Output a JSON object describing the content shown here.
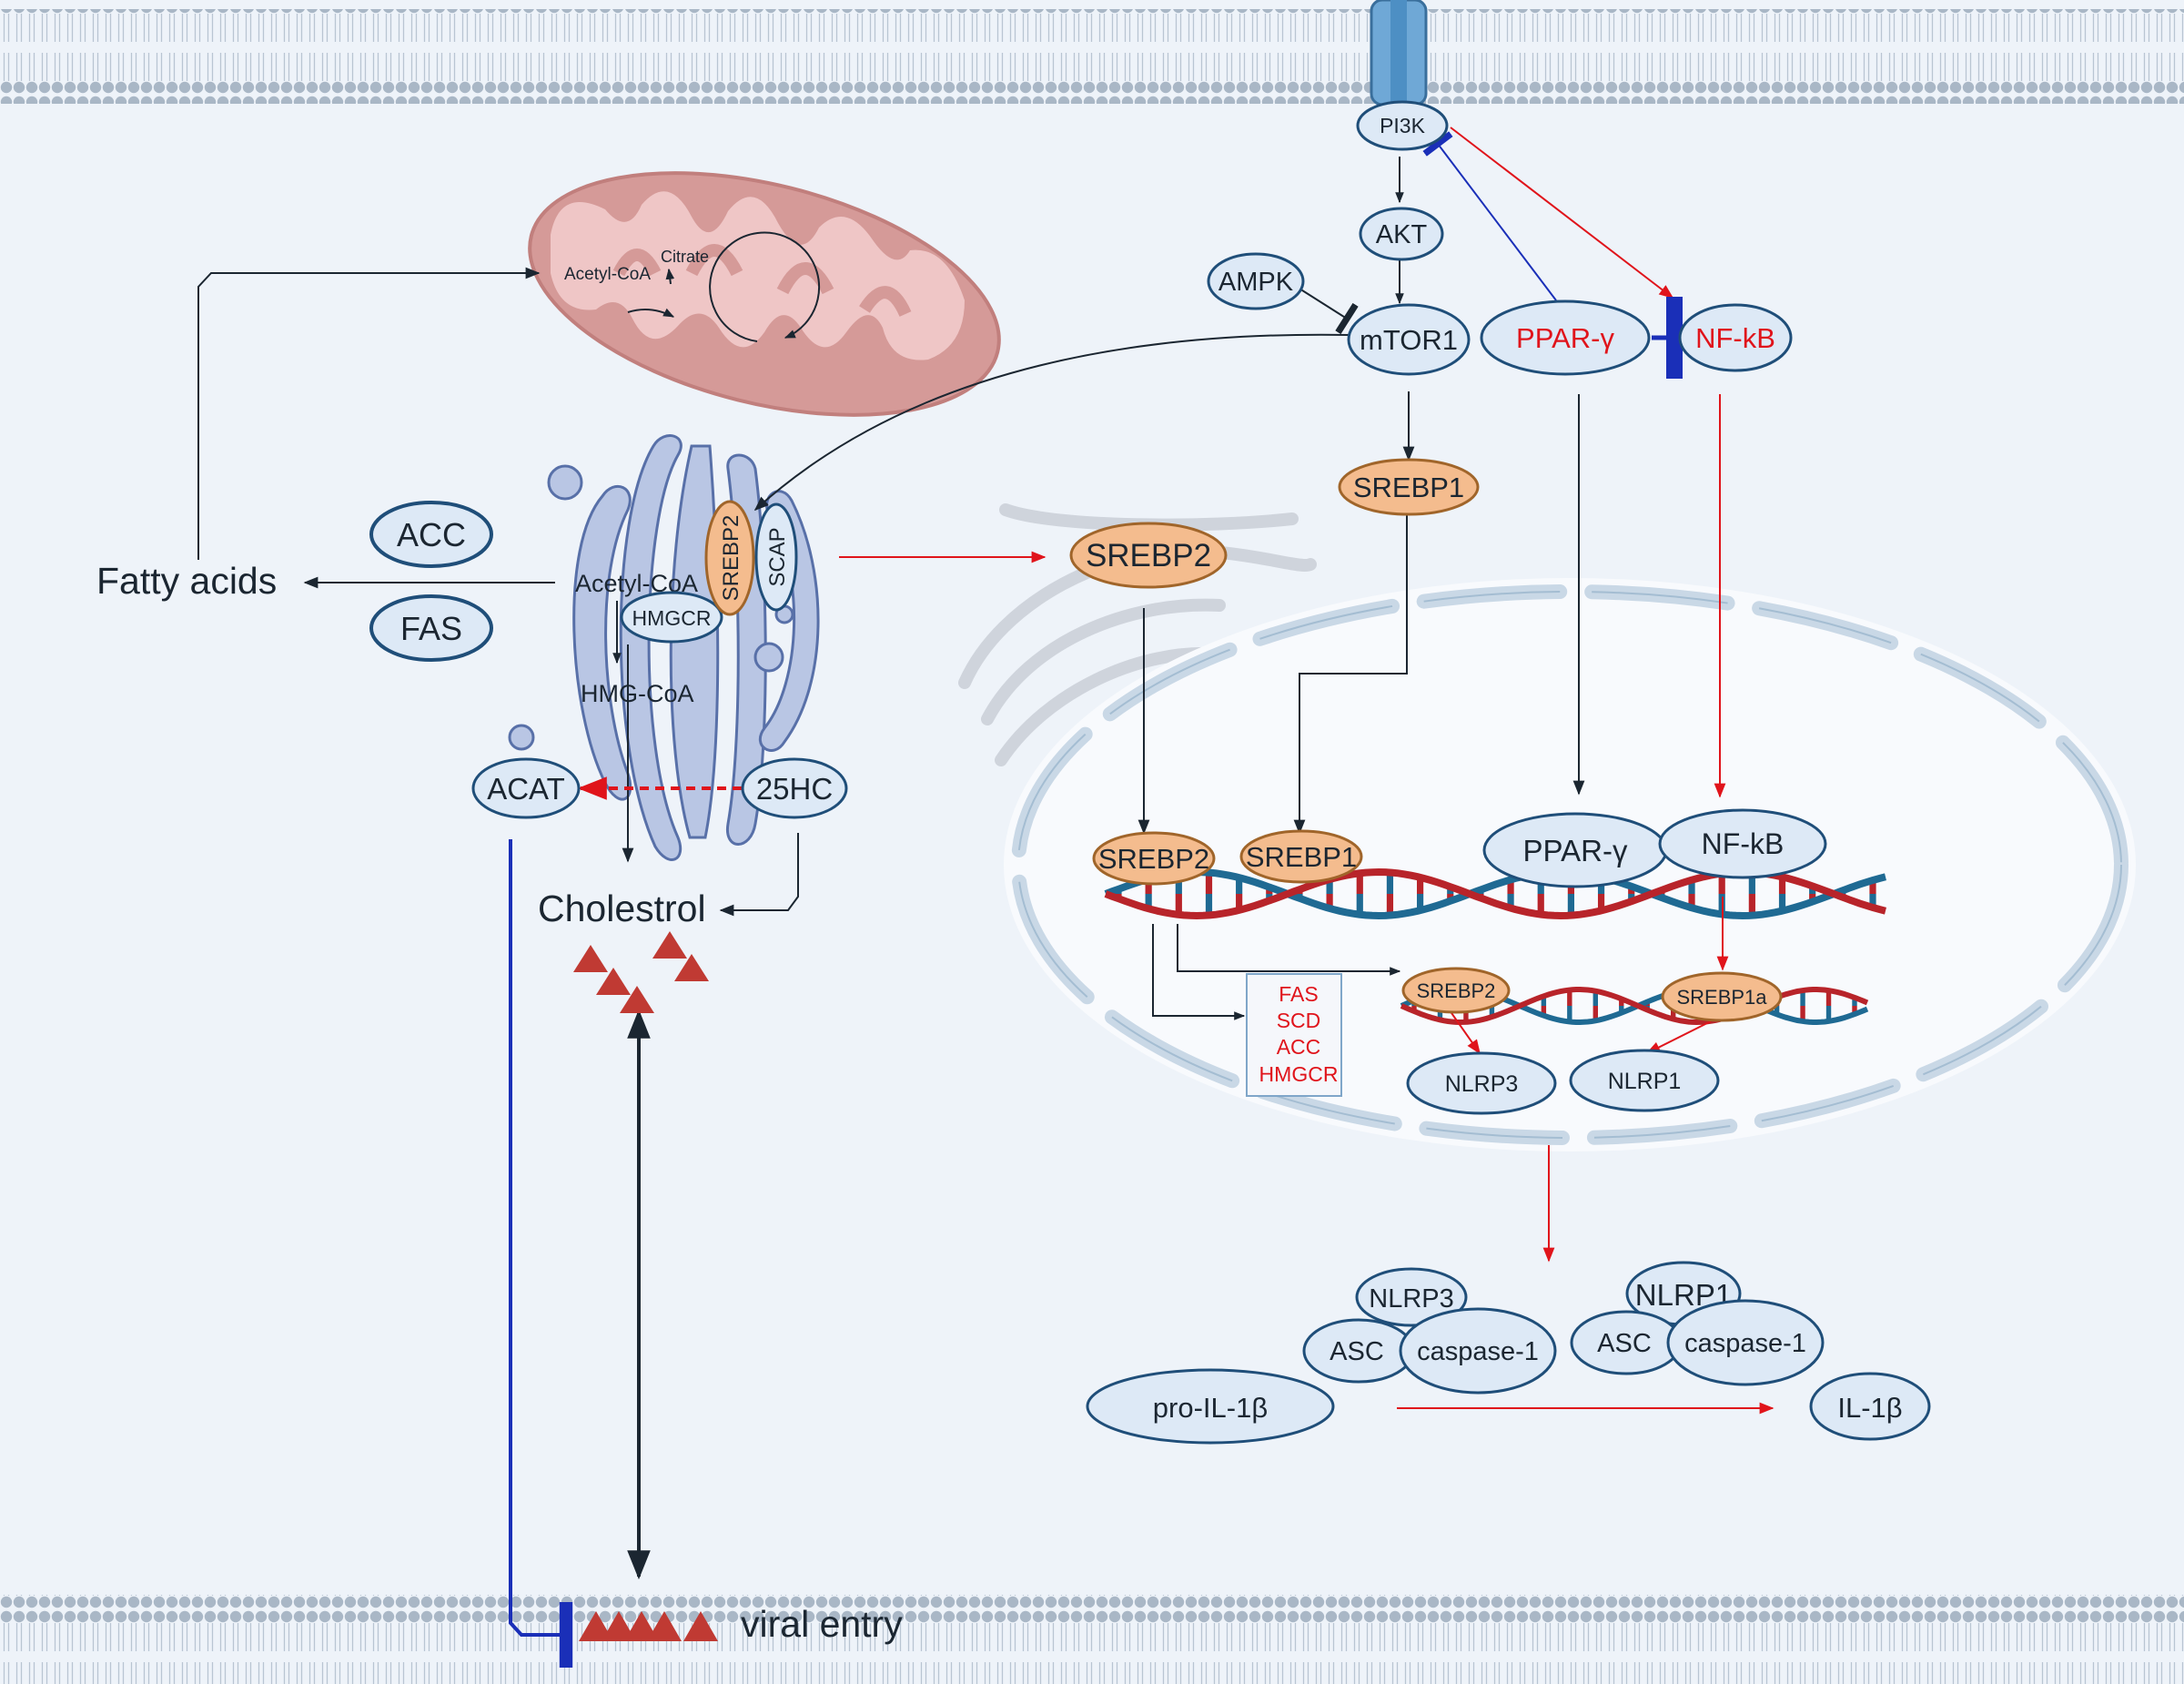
{
  "colors": {
    "background": "#eef3f9",
    "membrane_head": "#a9b7c6",
    "node_fill": "#dde9f6",
    "node_stroke": "#1f4e79",
    "srebp_fill": "#f4bc8e",
    "srebp_stroke": "#a0652a",
    "red_arrow": "#e0141b",
    "blue_inhibit": "#1a2fb8",
    "mitochondria": "#d59a98",
    "golgi": "#b9c6e4",
    "dna_red": "#b8242a",
    "dna_blue": "#1f6a93",
    "triangle": "#c03a33"
  },
  "membrane": {
    "receptor": "receptor-channel"
  },
  "mitochondria": {
    "acetyl_coa": "Acetyl-CoA",
    "citrate": "Citrate"
  },
  "golgi": {
    "acetyl_coa": "Acetyl-CoA",
    "hmgcr": "HMGCR",
    "hmg_coa": "HMG-CoA",
    "srebp2": "SREBP2",
    "scap": "SCAP"
  },
  "nodes": {
    "pi3k": "PI3K",
    "akt": "AKT",
    "ampk": "AMPK",
    "mtor1": "mTOR1",
    "ppar_cyto": "PPAR-γ",
    "nfkb_cyto": "NF-kB",
    "srebp1_cyto": "SREBP1",
    "srebp2_cyto": "SREBP2",
    "acc": "ACC",
    "fas": "FAS",
    "acat": "ACAT",
    "hc25": "25HC",
    "fatty_acids": "Fatty acids",
    "cholesterol": "Cholestrol",
    "viral_entry": "viral entry"
  },
  "nucleus": {
    "srebp2": "SREBP2",
    "srebp1": "SREBP1",
    "ppar": "PPAR-γ",
    "nfkb": "NF-kB",
    "target_genes": [
      "FAS",
      "SCD",
      "ACC",
      "HMGCR"
    ],
    "srebp2_small": "SREBP2",
    "srebp1a": "SREBP1a",
    "nlrp3": "NLRP3",
    "nlrp1": "NLRP1"
  },
  "inflammasome": {
    "nlrp3": "NLRP3",
    "asc_left": "ASC",
    "caspase_left": "caspase-1",
    "nlrp1": "NLRP1",
    "asc_right": "ASC",
    "caspase_right": "caspase-1",
    "pro_il1b": "pro-IL-1β",
    "il1b": "IL-1β"
  }
}
